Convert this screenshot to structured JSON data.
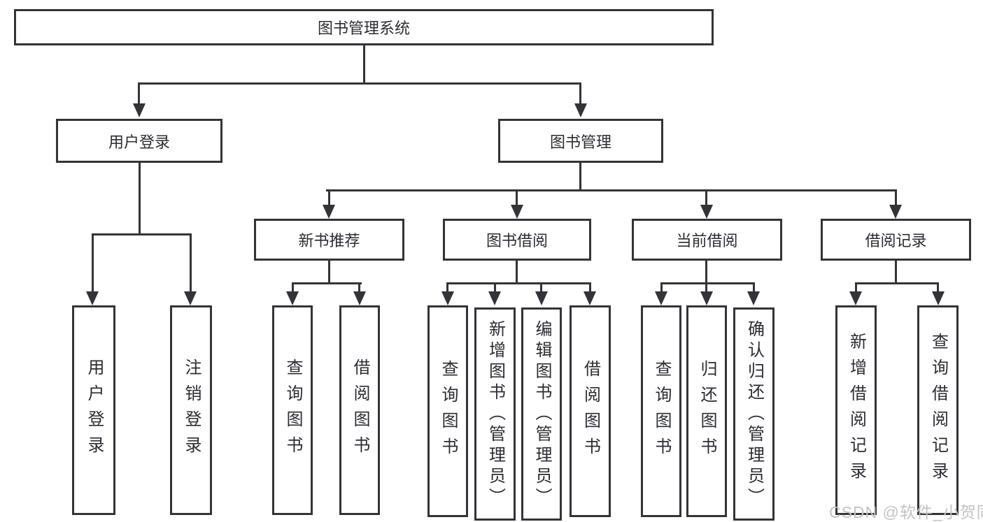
{
  "tree": {
    "root": "图书管理系统",
    "branches": [
      {
        "label": "用户登录",
        "leaves": [
          "用户登录",
          "注销登录"
        ]
      },
      {
        "label": "图书管理",
        "groups": [
          {
            "label": "新书推荐",
            "leaves": [
              "查询图书",
              "借阅图书"
            ]
          },
          {
            "label": "图书借阅",
            "leaves": [
              "查询图书",
              "新增图书（管理员）",
              "编辑图书（管理员）",
              "借阅图书"
            ]
          },
          {
            "label": "当前借阅",
            "leaves": [
              "查询图书",
              "归还图书",
              "确认归还（管理员）"
            ]
          },
          {
            "label": "借阅记录",
            "leaves": [
              "新增借阅记录",
              "查询借阅记录"
            ]
          }
        ]
      }
    ]
  },
  "watermark": "CSDN @软件_小贺同学",
  "colors": {
    "line": "#323438",
    "text": "#2b2d33",
    "watermark": "#c3c3c3",
    "background": "#ffffff"
  }
}
